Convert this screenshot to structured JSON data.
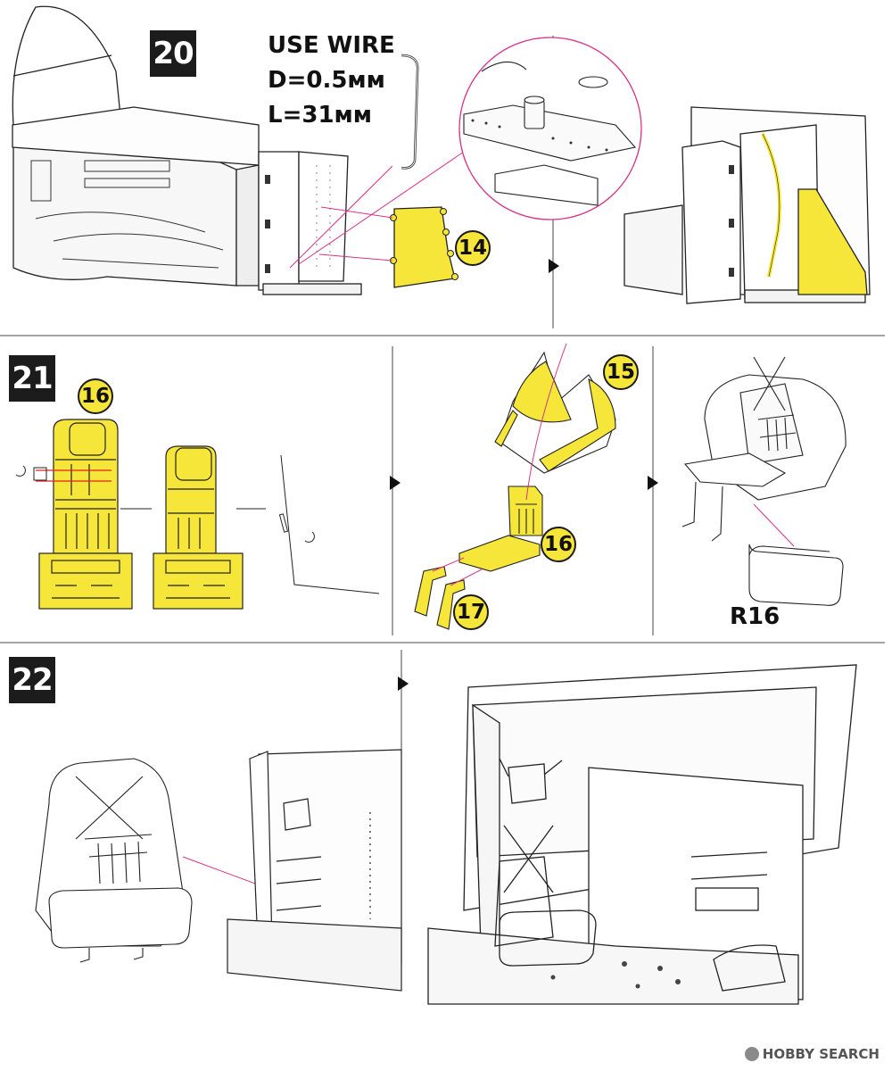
{
  "steps": {
    "s20": "20",
    "s21": "21",
    "s22": "22"
  },
  "wire_note": {
    "line1": "USE WIRE",
    "line2": "D=0.5ᴍᴍ",
    "line3": "L=31ᴍᴍ"
  },
  "parts": {
    "p14": "14",
    "p15": "15",
    "p16a": "16",
    "p16b": "16",
    "p17": "17"
  },
  "resin_part": "R16",
  "watermark": "HOBBY SEARCH",
  "colors": {
    "part_highlight": "#f6e63a",
    "leader_line": "#d6338a",
    "cut_mark": "#e0231f",
    "ink": "#1b1b1b"
  }
}
